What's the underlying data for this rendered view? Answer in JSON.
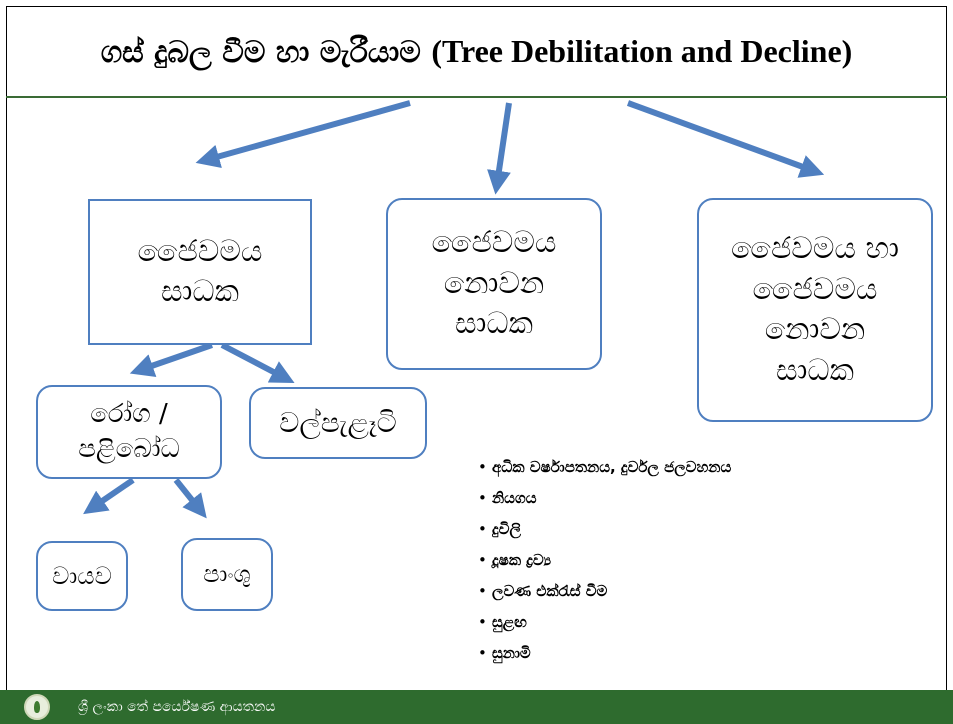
{
  "title": {
    "sinhala": "ගස් දුබල වීම හා මැරීයාම",
    "english": "(Tree Debilitation and Decline)"
  },
  "boxes": {
    "living": [
      "ජෛවමය",
      "සාධක"
    ],
    "non_living": [
      "ජෛවමය",
      "නොවන",
      "සාධක"
    ],
    "both": [
      "ජෛවමය හා",
      "ජෛවමය",
      "නොවන",
      "සාධක"
    ],
    "disease": [
      "රෝග /",
      "පළිබෝධ"
    ],
    "weeds": "වල්පැළෑටි",
    "air": "වායව",
    "soil": "පාංශු"
  },
  "bullets": [
    "අධික වර්ෂාපතනය, දුර්වල ජලවහනය",
    "නියගය",
    "දුවිලි",
    "දූෂක ද්‍රව්‍ය",
    "ලවණ එක්රැස් වීම",
    "සුළඟ",
    "සුනාමි"
  ],
  "footer": {
    "text": "ශ්‍රී ලංකා තේ පර්යේෂණ ආයතනය",
    "logo_icon": "tea-leaf-emblem-icon"
  },
  "colors": {
    "box_border": "#4f7fc0",
    "arrow": "#4f7fc0",
    "footer_bg": "#2e6b2e",
    "title_rule": "#3a6b35"
  }
}
